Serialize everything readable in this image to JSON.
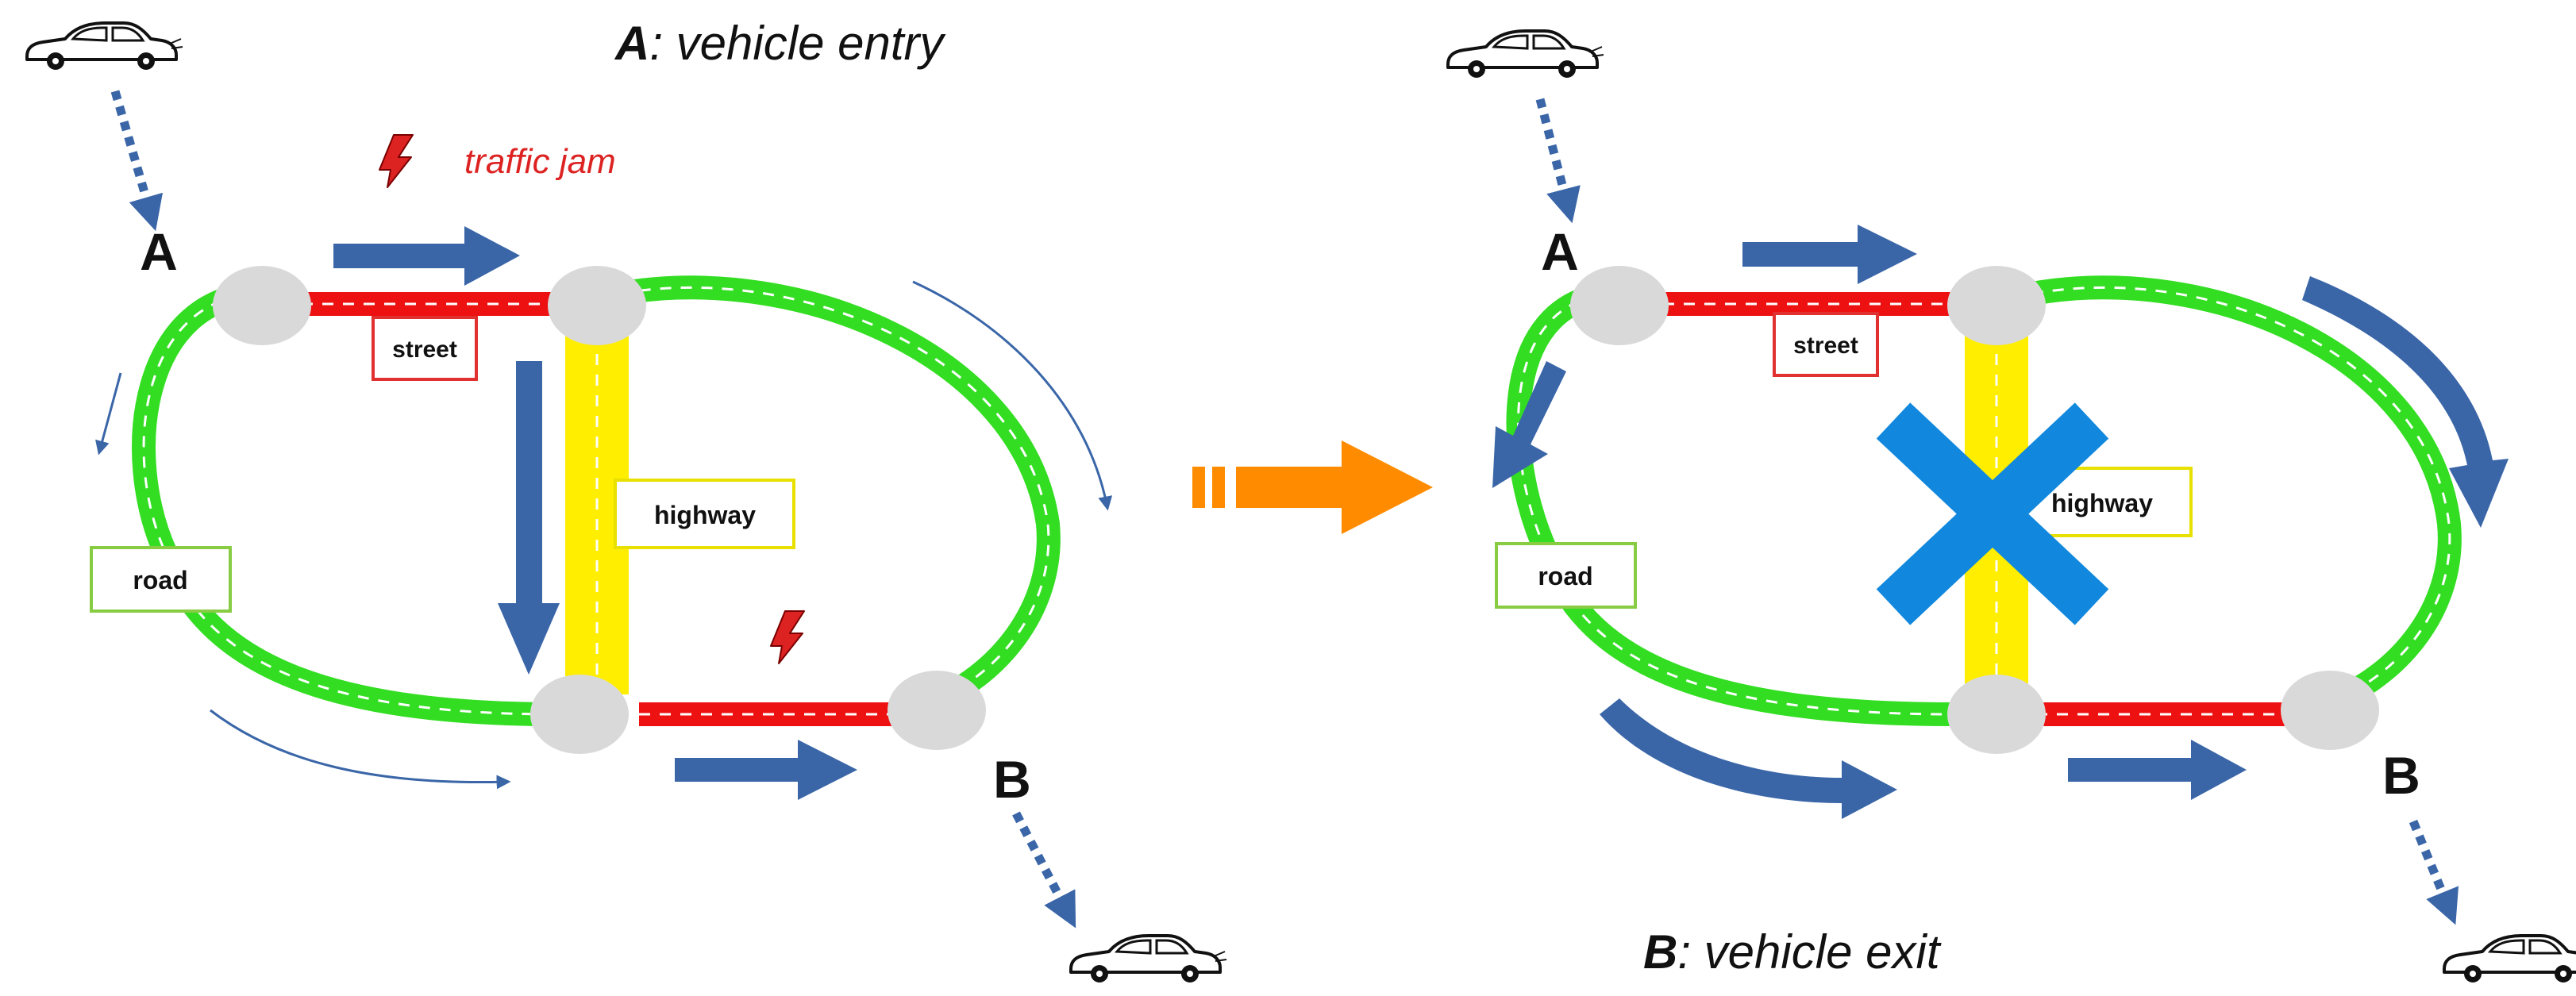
{
  "captions": {
    "entry_letter": "A",
    "entry_text": ": vehicle entry",
    "exit_letter": "B",
    "exit_text": ": vehicle exit"
  },
  "labels": {
    "traffic_jam": "traffic jam",
    "street": "street",
    "highway": "highway",
    "road": "road",
    "node_a": "A",
    "node_b": "B"
  },
  "colors": {
    "road_green": "#33dd22",
    "street_red": "#ee1111",
    "highway_yellow": "#ffee00",
    "flow_arrow_blue": "#3a66a8",
    "transition_arrow_orange": "#ff8c00",
    "block_cross_blue": "#1188dd",
    "jam_red": "#dd2222",
    "node_gray": "#d9d9d9"
  },
  "icons": [
    "car-icon",
    "lightning-bolt-icon",
    "flow-arrow-icon",
    "transition-arrow-icon",
    "blocked-cross-icon"
  ]
}
